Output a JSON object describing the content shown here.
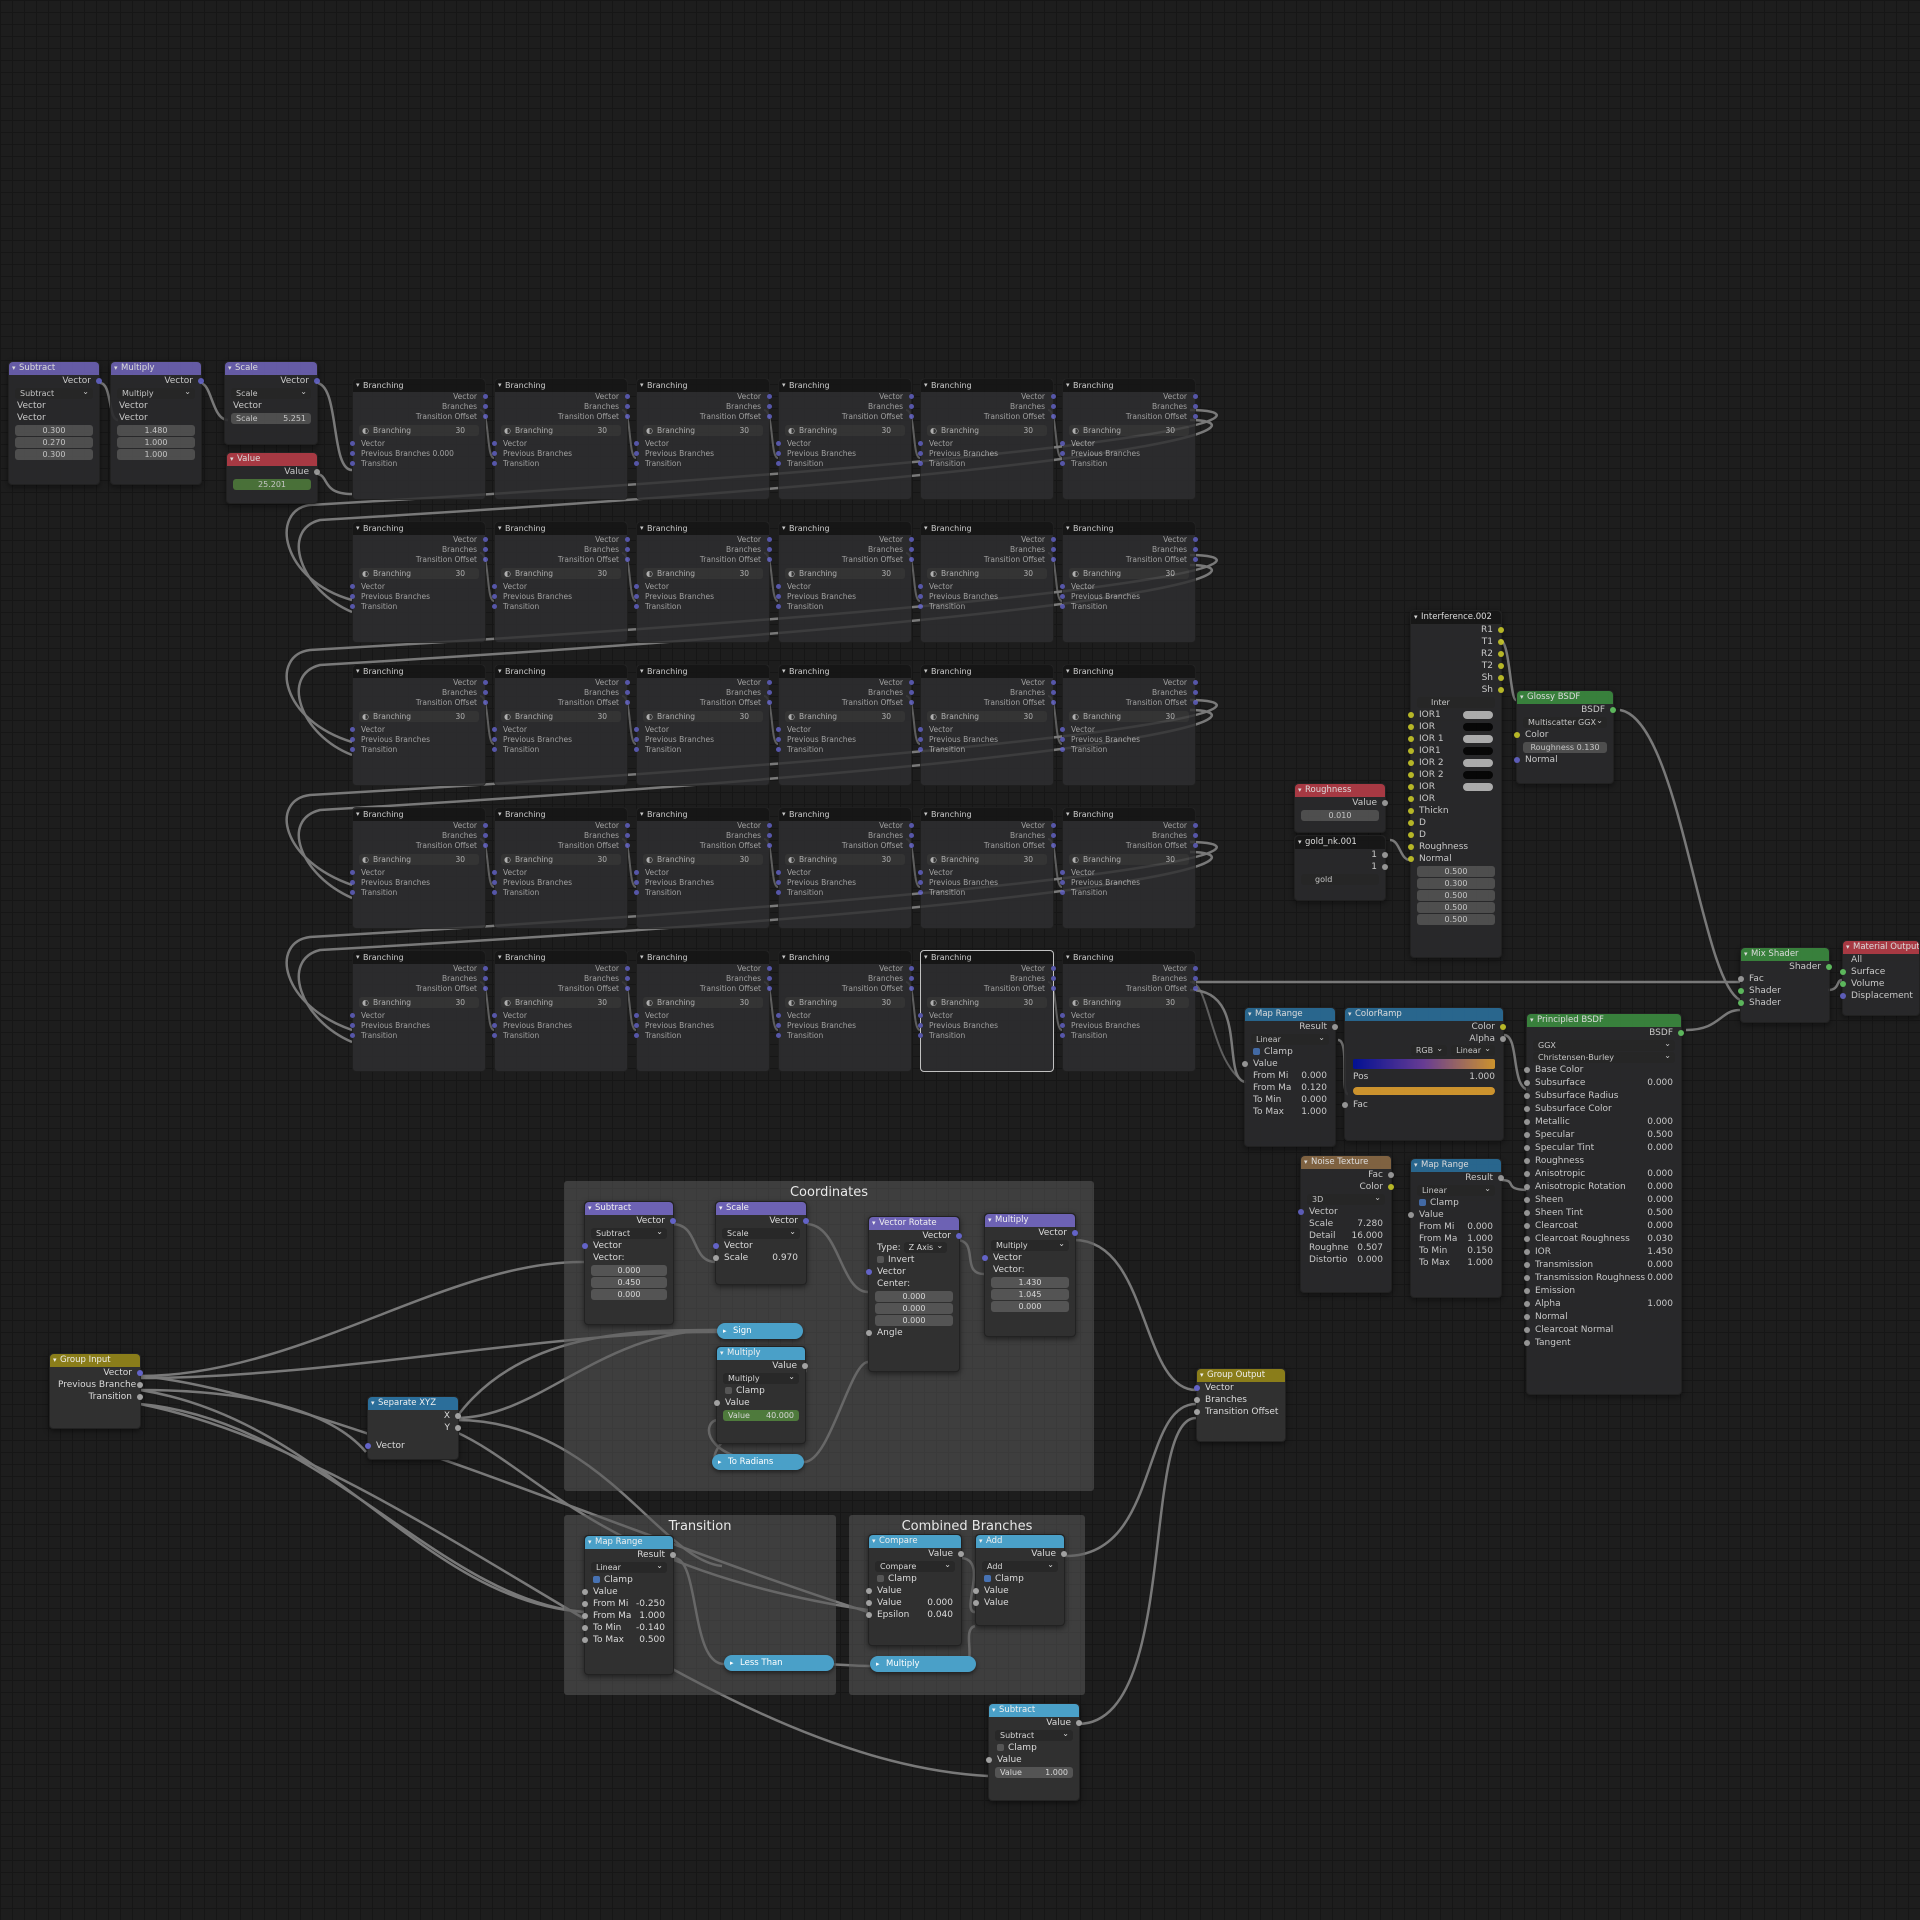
{
  "frames": {
    "coordinates": "Coordinates",
    "transition": "Transition",
    "combined": "Combined Branches"
  },
  "group_input": {
    "title": "Group Input",
    "outputs": [
      "Vector",
      "Previous Branche",
      "Transition"
    ]
  },
  "separate_xyz": {
    "title": "Separate XYZ",
    "outputs": [
      "X",
      "Y"
    ],
    "input": "Vector"
  },
  "coord_subtract": {
    "title": "Subtract",
    "out": "Vector",
    "mode": "Subtract",
    "in_vector": "Vector",
    "vector_label": "Vector:",
    "values": [
      "0.000",
      "0.450",
      "0.000"
    ]
  },
  "coord_scale": {
    "title": "Scale",
    "out": "Vector",
    "mode": "Scale",
    "in_vector": "Vector",
    "scale_label": "Scale",
    "scale_value": "0.970"
  },
  "vector_rotate": {
    "title": "Vector Rotate",
    "out": "Vector",
    "type_label": "Type:",
    "type_value": "Z Axis",
    "invert": "Invert",
    "in_vector": "Vector",
    "center_label": "Center:",
    "center": [
      "0.000",
      "0.000",
      "0.000"
    ],
    "angle": "Angle"
  },
  "coord_multiply": {
    "title": "Multiply",
    "out": "Vector",
    "mode": "Multiply",
    "in_vector": "Vector",
    "vector_label": "Vector:",
    "values": [
      "1.430",
      "1.045",
      "0.000"
    ]
  },
  "sign": {
    "title": "Sign"
  },
  "math_multiply": {
    "title": "Multiply",
    "out": "Value",
    "mode": "Multiply",
    "clamp": "Clamp",
    "in_value": "Value",
    "value_label": "Value",
    "value": "40.000"
  },
  "to_radians": {
    "title": "To Radians"
  },
  "group_output": {
    "title": "Group Output",
    "inputs": [
      "Vector",
      "Branches",
      "Transition Offset"
    ]
  },
  "map_range": {
    "title": "Map Range",
    "out": "Result",
    "mode": "Linear",
    "clamp": "Clamp",
    "in_value": "Value",
    "params": [
      {
        "label": "From Mi",
        "value": "-0.250"
      },
      {
        "label": "From Ma",
        "value": "1.000"
      },
      {
        "label": "To Min",
        "value": "-0.140"
      },
      {
        "label": "To Max",
        "value": "0.500"
      }
    ]
  },
  "less_than": {
    "title": "Less Than"
  },
  "compare": {
    "title": "Compare",
    "out": "Value",
    "mode": "Compare",
    "clamp": "Clamp",
    "in_value": "Value",
    "value_label": "Value",
    "value": "0.000",
    "epsilon_label": "Epsilon",
    "epsilon": "0.040"
  },
  "add": {
    "title": "Add",
    "out": "Value",
    "mode": "Add",
    "clamp": "Clamp",
    "inputs": [
      "Value",
      "Value"
    ]
  },
  "multiply_pill": {
    "title": "Multiply"
  },
  "final_subtract": {
    "title": "Subtract",
    "out": "Value",
    "mode": "Subtract",
    "clamp": "Clamp",
    "in_value": "Value",
    "value_label": "Value",
    "value": "1.000"
  },
  "top_left": {
    "subtract": {
      "title": "Subtract",
      "out": "Vector",
      "mode": "Subtract",
      "rows": [
        "Vector",
        "Vector"
      ],
      "values": [
        "0.300",
        "0.270",
        "0.300"
      ]
    },
    "multiply": {
      "title": "Multiply",
      "out": "Vector",
      "mode": "Multiply",
      "rows": [
        "Vector",
        "Vector"
      ],
      "values": [
        "1.480",
        "1.000",
        "1.000"
      ]
    },
    "scale": {
      "title": "Scale",
      "out": "Vector",
      "mode": "Scale",
      "rows": [
        "Vector"
      ],
      "scale_label": "Scale",
      "scale_value": "5.251"
    },
    "value": {
      "title": "Value",
      "out": "Value",
      "value": "25.201"
    }
  },
  "branching": {
    "title": "Branching",
    "outputs": [
      "Vector",
      "Branches",
      "Transition Offset"
    ],
    "group_name": "Branching",
    "users": "30",
    "inputs": [
      "Vector",
      "Previous Branches",
      "Transition"
    ],
    "first_previous_value": "Previous Branches  0.000"
  },
  "right_side": {
    "interference": {
      "title": "Interference.002",
      "outputs": [
        "R1",
        "T1",
        "R2",
        "T2",
        "Sh",
        "Sh"
      ],
      "selector": "Inter",
      "rows": [
        "IOR1",
        "IOR",
        "IOR 1",
        "IOR1",
        "IOR 2",
        "IOR 2",
        "IOR",
        "IOR",
        "Thickn",
        "D",
        "D",
        "Roughness",
        "Normal"
      ],
      "values": [
        "0.500",
        "0.300",
        "0.500",
        "0.500",
        "0.500"
      ]
    },
    "glossy": {
      "title": "Glossy BSDF",
      "out": "BSDF",
      "mode": "Multiscatter GGX",
      "rows": [
        "Color",
        "Roughness  0.130",
        "Normal"
      ]
    },
    "roughness": {
      "title": "Roughness",
      "out": "Value",
      "value": "0.010"
    },
    "group_small": {
      "title": "gold_nk.001",
      "rows": [
        "1",
        "1"
      ],
      "selector": "gold"
    },
    "mix_shader": {
      "title": "Mix Shader",
      "out": "Shader",
      "rows": [
        "Fac",
        "Shader",
        "Shader"
      ]
    },
    "material_output": {
      "title": "Material Output",
      "mode": "All",
      "rows": [
        "Surface",
        "Volume",
        "Displacement"
      ]
    },
    "map_range_a": {
      "title": "Map Range",
      "out": "Result",
      "mode": "Linear",
      "clamp": "Clamp",
      "in_value": "Value",
      "params": [
        {
          "label": "From Mi",
          "value": "0.000"
        },
        {
          "label": "From Ma",
          "value": "0.120"
        },
        {
          "label": "To Min",
          "value": "0.000"
        },
        {
          "label": "To Max",
          "value": "1.000"
        }
      ]
    },
    "color_ramp": {
      "title": "ColorRamp",
      "outputs": [
        "Color",
        "Alpha"
      ],
      "mode": "RGB",
      "interp": "Linear",
      "pos_label": "Pos",
      "pos": "1.000",
      "fac": "Fac"
    },
    "noise": {
      "title": "Noise Texture",
      "outputs": [
        "Fac",
        "Color"
      ],
      "mode": "3D",
      "in_vector": "Vector",
      "params": [
        {
          "label": "Scale",
          "value": "7.280"
        },
        {
          "label": "Detail",
          "value": "16.000"
        },
        {
          "label": "Roughne",
          "value": "0.507"
        },
        {
          "label": "Distortio",
          "value": "0.000"
        }
      ]
    },
    "map_range_b": {
      "title": "Map Range",
      "out": "Result",
      "mode": "Linear",
      "clamp": "Clamp",
      "in_value": "Value",
      "params": [
        {
          "label": "From Mi",
          "value": "0.000"
        },
        {
          "label": "From Ma",
          "value": "1.000"
        },
        {
          "label": "To Min",
          "value": "0.150"
        },
        {
          "label": "To Max",
          "value": "1.000"
        }
      ]
    },
    "principled": {
      "title": "Principled BSDF",
      "out": "BSDF",
      "dist": "GGX",
      "sss": "Christensen-Burley",
      "rows": [
        {
          "label": "Base Color",
          "value": ""
        },
        {
          "label": "Subsurface",
          "value": "0.000"
        },
        {
          "label": "Subsurface Radius",
          "value": ""
        },
        {
          "label": "Subsurface Color",
          "value": ""
        },
        {
          "label": "Metallic",
          "value": "0.000"
        },
        {
          "label": "Specular",
          "value": "0.500"
        },
        {
          "label": "Specular Tint",
          "value": "0.000"
        },
        {
          "label": "Roughness",
          "value": ""
        },
        {
          "label": "Anisotropic",
          "value": "0.000"
        },
        {
          "label": "Anisotropic Rotation",
          "value": "0.000"
        },
        {
          "label": "Sheen",
          "value": "0.000"
        },
        {
          "label": "Sheen Tint",
          "value": "0.500"
        },
        {
          "label": "Clearcoat",
          "value": "0.000"
        },
        {
          "label": "Clearcoat Roughness",
          "value": "0.030"
        },
        {
          "label": "IOR",
          "value": "1.450"
        },
        {
          "label": "Transmission",
          "value": "0.000"
        },
        {
          "label": "Transmission Roughness",
          "value": "0.000"
        },
        {
          "label": "Emission",
          "value": ""
        },
        {
          "label": "Alpha",
          "value": "1.000"
        },
        {
          "label": "Normal",
          "value": ""
        },
        {
          "label": "Clearcoat Normal",
          "value": ""
        },
        {
          "label": "Tangent",
          "value": ""
        }
      ]
    }
  },
  "colors": {
    "vector_header": "#6d62b4",
    "math_header": "#4aa0c8",
    "group_header": "#8a7d1a",
    "input_header": "#b63d48",
    "shader_header": "#3c8b40"
  }
}
